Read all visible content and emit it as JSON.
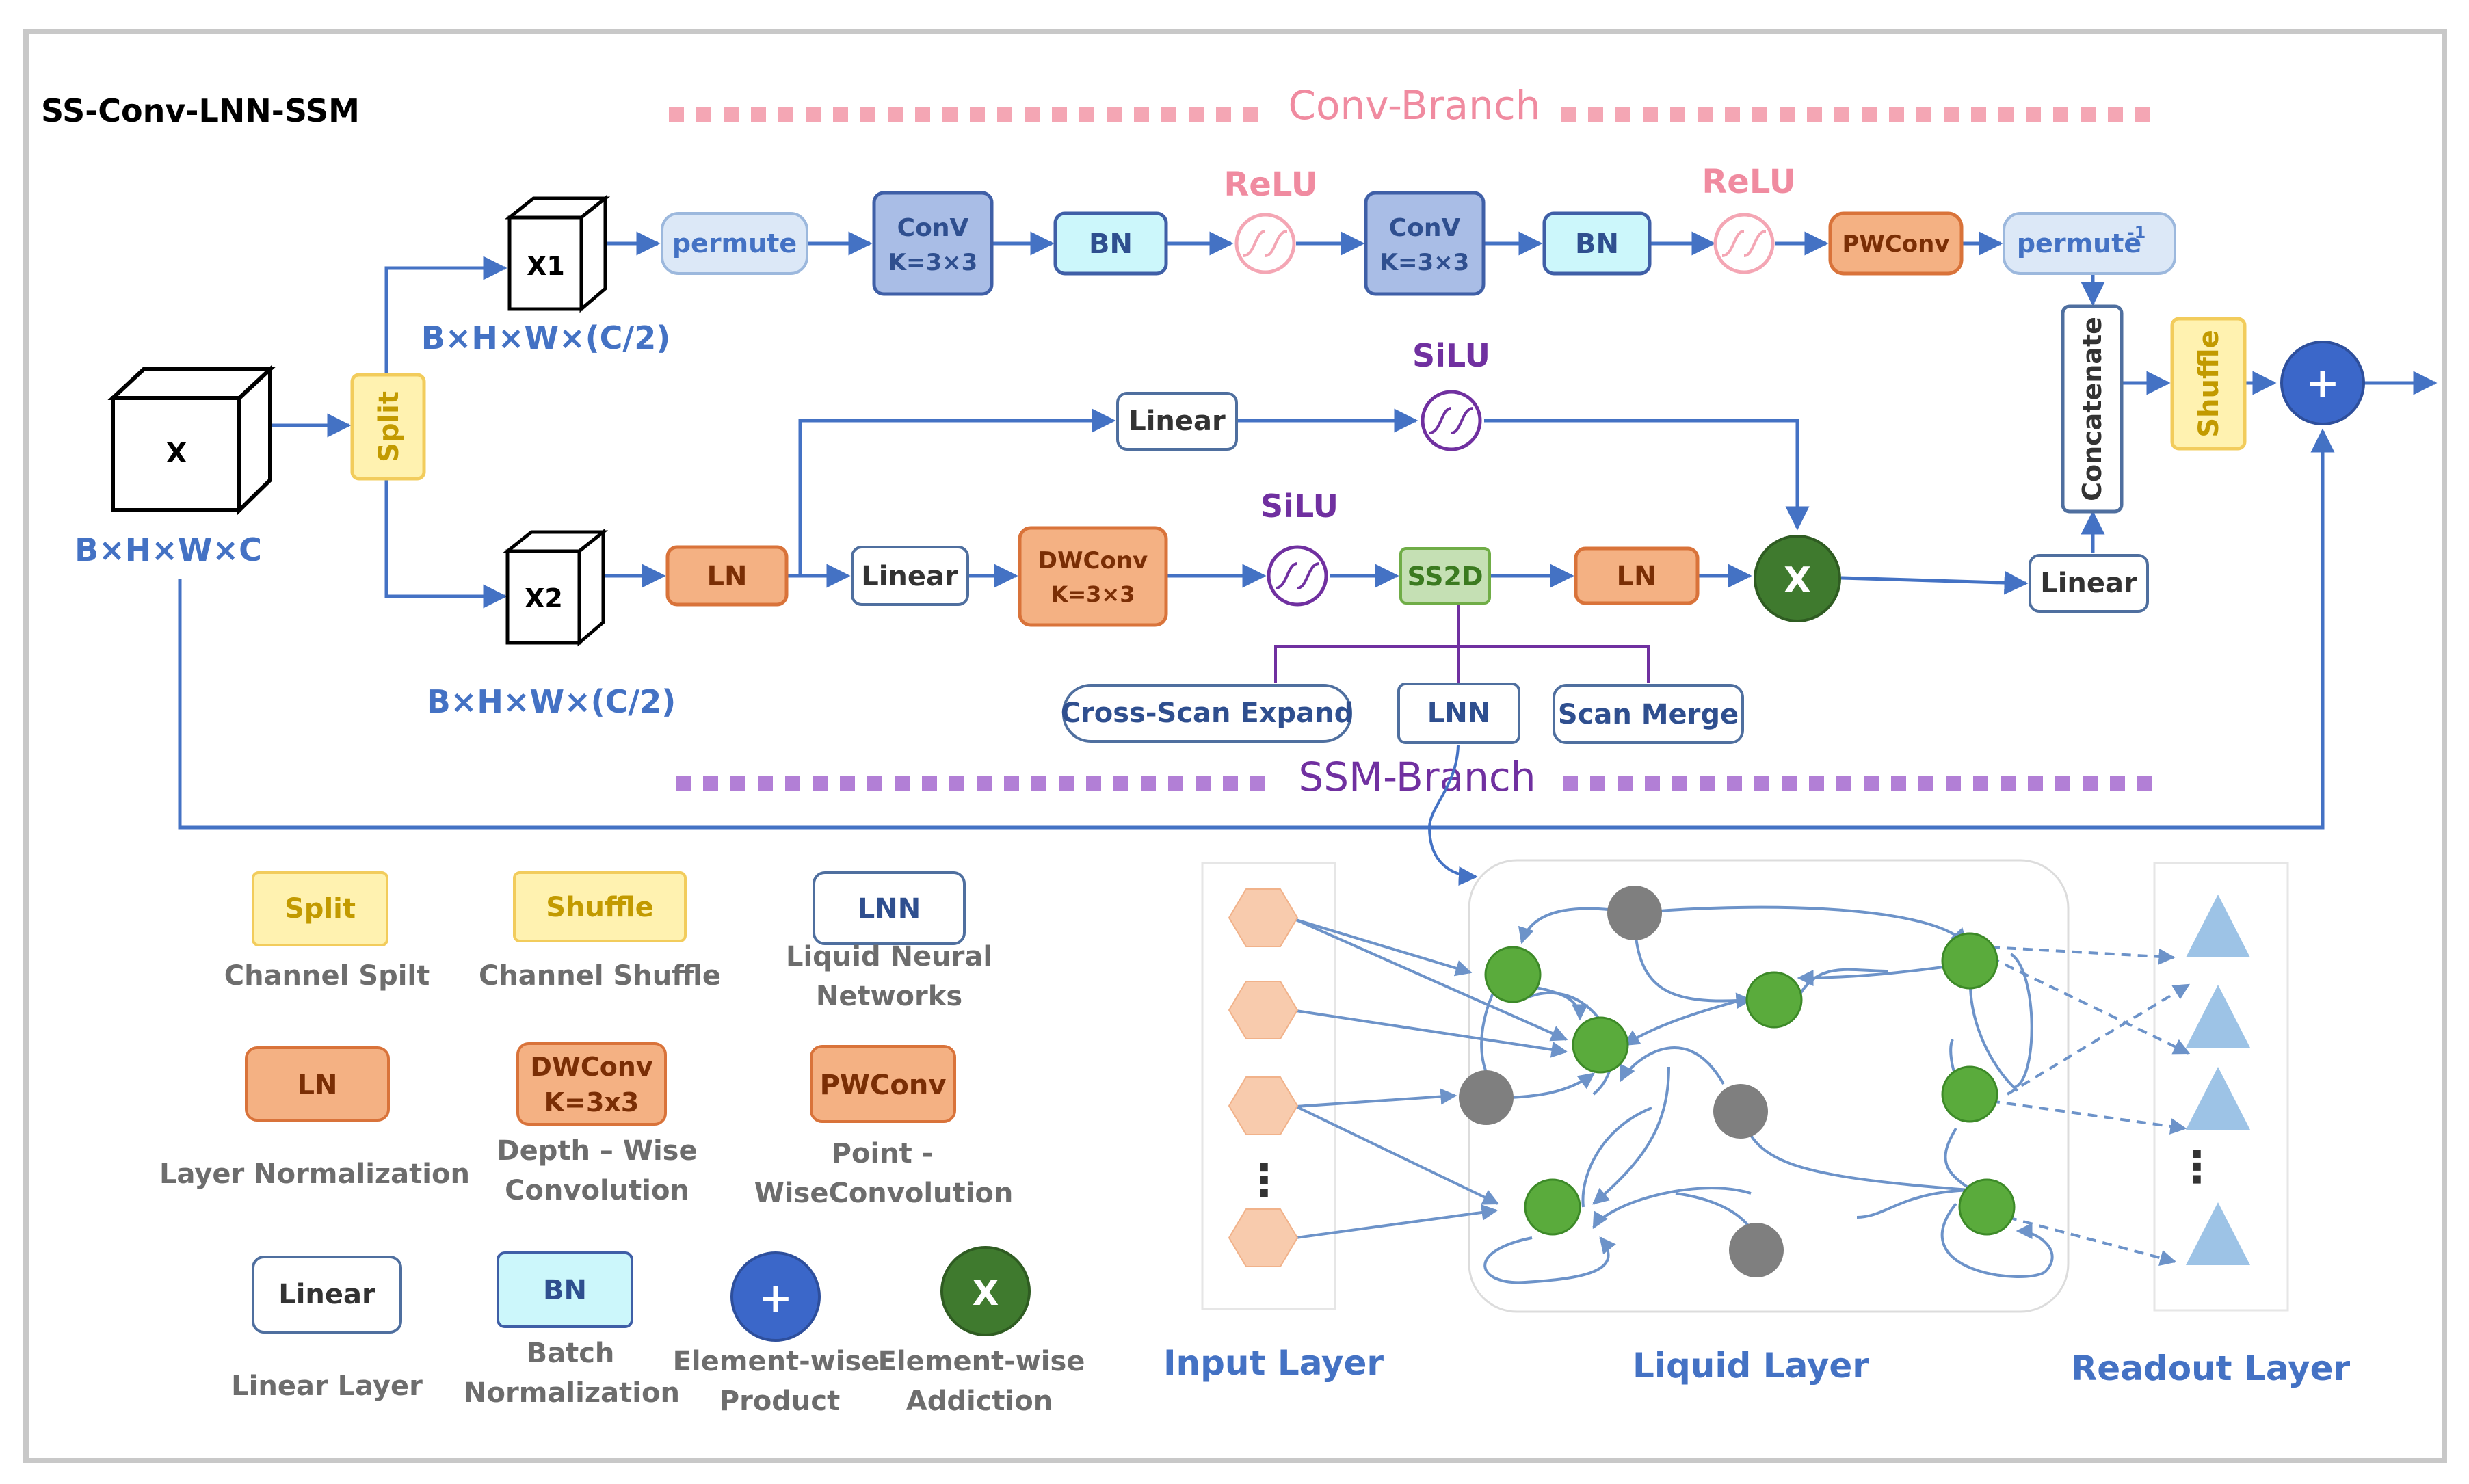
{
  "title": "SS-Conv-LNN-SSM",
  "branches": {
    "conv": "Conv-Branch",
    "ssm": "SSM-Branch"
  },
  "inputs": {
    "x": "X",
    "x1": "X1",
    "x2": "X2",
    "x_dims": "B×H×W×C",
    "x1_dims": "B×H×W×(C/2)",
    "x2_dims": "B×H×W×(C/2)"
  },
  "blocks": {
    "split": "Split",
    "permute": "permute",
    "conv1_l1": "ConV",
    "conv1_l2": "K=3×3",
    "bn1": "BN",
    "relu1": "ReLU",
    "conv2_l1": "ConV",
    "conv2_l2": "K=3×3",
    "bn2": "BN",
    "relu2": "ReLU",
    "pwconv": "PWConv",
    "permute_inv": "permute",
    "permute_inv_sup": "-1",
    "concatenate": "Concatenate",
    "shuffle": "Shuffle",
    "plus": "+",
    "linear_top": "Linear",
    "silu_top": "SiLU",
    "ln1": "LN",
    "linear_mid": "Linear",
    "dwconv_l1": "DWConv",
    "dwconv_l2": "K=3×3",
    "silu_mid": "SiLU",
    "ss2d": "SS2D",
    "ln2": "LN",
    "mult": "X",
    "linear_right": "Linear",
    "cross_scan": "Cross-Scan Expand",
    "lnn": "LNN",
    "scan_merge": "Scan Merge"
  },
  "legend": {
    "split": {
      "box": "Split",
      "desc1": "Channel Spilt"
    },
    "shuffle": {
      "box": "Shuffle",
      "desc1": "Channel Shuffle"
    },
    "lnn": {
      "box": "LNN",
      "desc1": "Liquid Neural",
      "desc2": "Networks"
    },
    "ln": {
      "box": "LN",
      "desc1": "Layer Normalization"
    },
    "dwconv": {
      "box1": "DWConv",
      "box2": "K=3x3",
      "desc1": "Depth – Wise",
      "desc2": "Convolution"
    },
    "pwconv": {
      "box": "PWConv",
      "desc1": "Point -",
      "desc2": "WiseConvolution"
    },
    "linear": {
      "box": "Linear",
      "desc1": "Linear Layer"
    },
    "bn": {
      "box": "BN",
      "desc1": "Batch",
      "desc2": "Normalization"
    },
    "plus": {
      "box": "+",
      "desc1": "Element-wise",
      "desc2": "Product"
    },
    "mult": {
      "box": "X",
      "desc1": "Element-wise",
      "desc2": "Addiction"
    }
  },
  "lnn_layers": {
    "input": "Input Layer",
    "liquid": "Liquid Layer",
    "readout": "Readout Layer",
    "dots": "⋮"
  },
  "colors": {
    "blue_line": "#4472c4",
    "pink": "#f4a6b4",
    "purple": "#7030a0",
    "purple_dash": "#b27fd6",
    "conv_fill": "#a9bde6",
    "bn_fill": "#ccf7fb",
    "orange_fill": "#f4b183",
    "orange_stroke": "#d9733a",
    "yellow_fill": "#fff2b0",
    "yellow_stroke": "#f2cc5c",
    "green_node": "#5aab3c",
    "gray_node": "#7f7f7f",
    "dark_green": "#3f7a2e",
    "plus_blue": "#3b67c9",
    "ss2d_fill": "#c5e0b4",
    "triangle": "#9dc3e6",
    "hexagon": "#f8cbad"
  }
}
